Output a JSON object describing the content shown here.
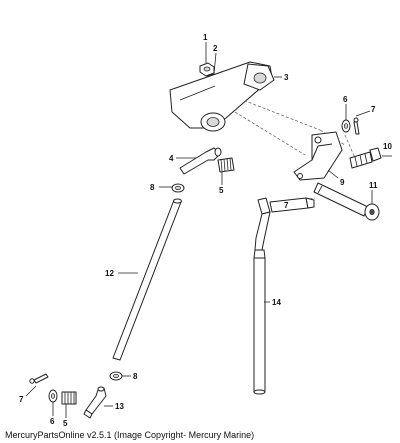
{
  "diagram": {
    "callouts": [
      "1",
      "2",
      "3",
      "4",
      "5",
      "6",
      "7",
      "8",
      "9",
      "10",
      "11",
      "12",
      "13",
      "14",
      "5",
      "6",
      "7",
      "8",
      "7"
    ]
  },
  "footer": {
    "caption": "MercuryPartsOnline v2.5.1 (Image Copyright- Mercury Marine)"
  }
}
